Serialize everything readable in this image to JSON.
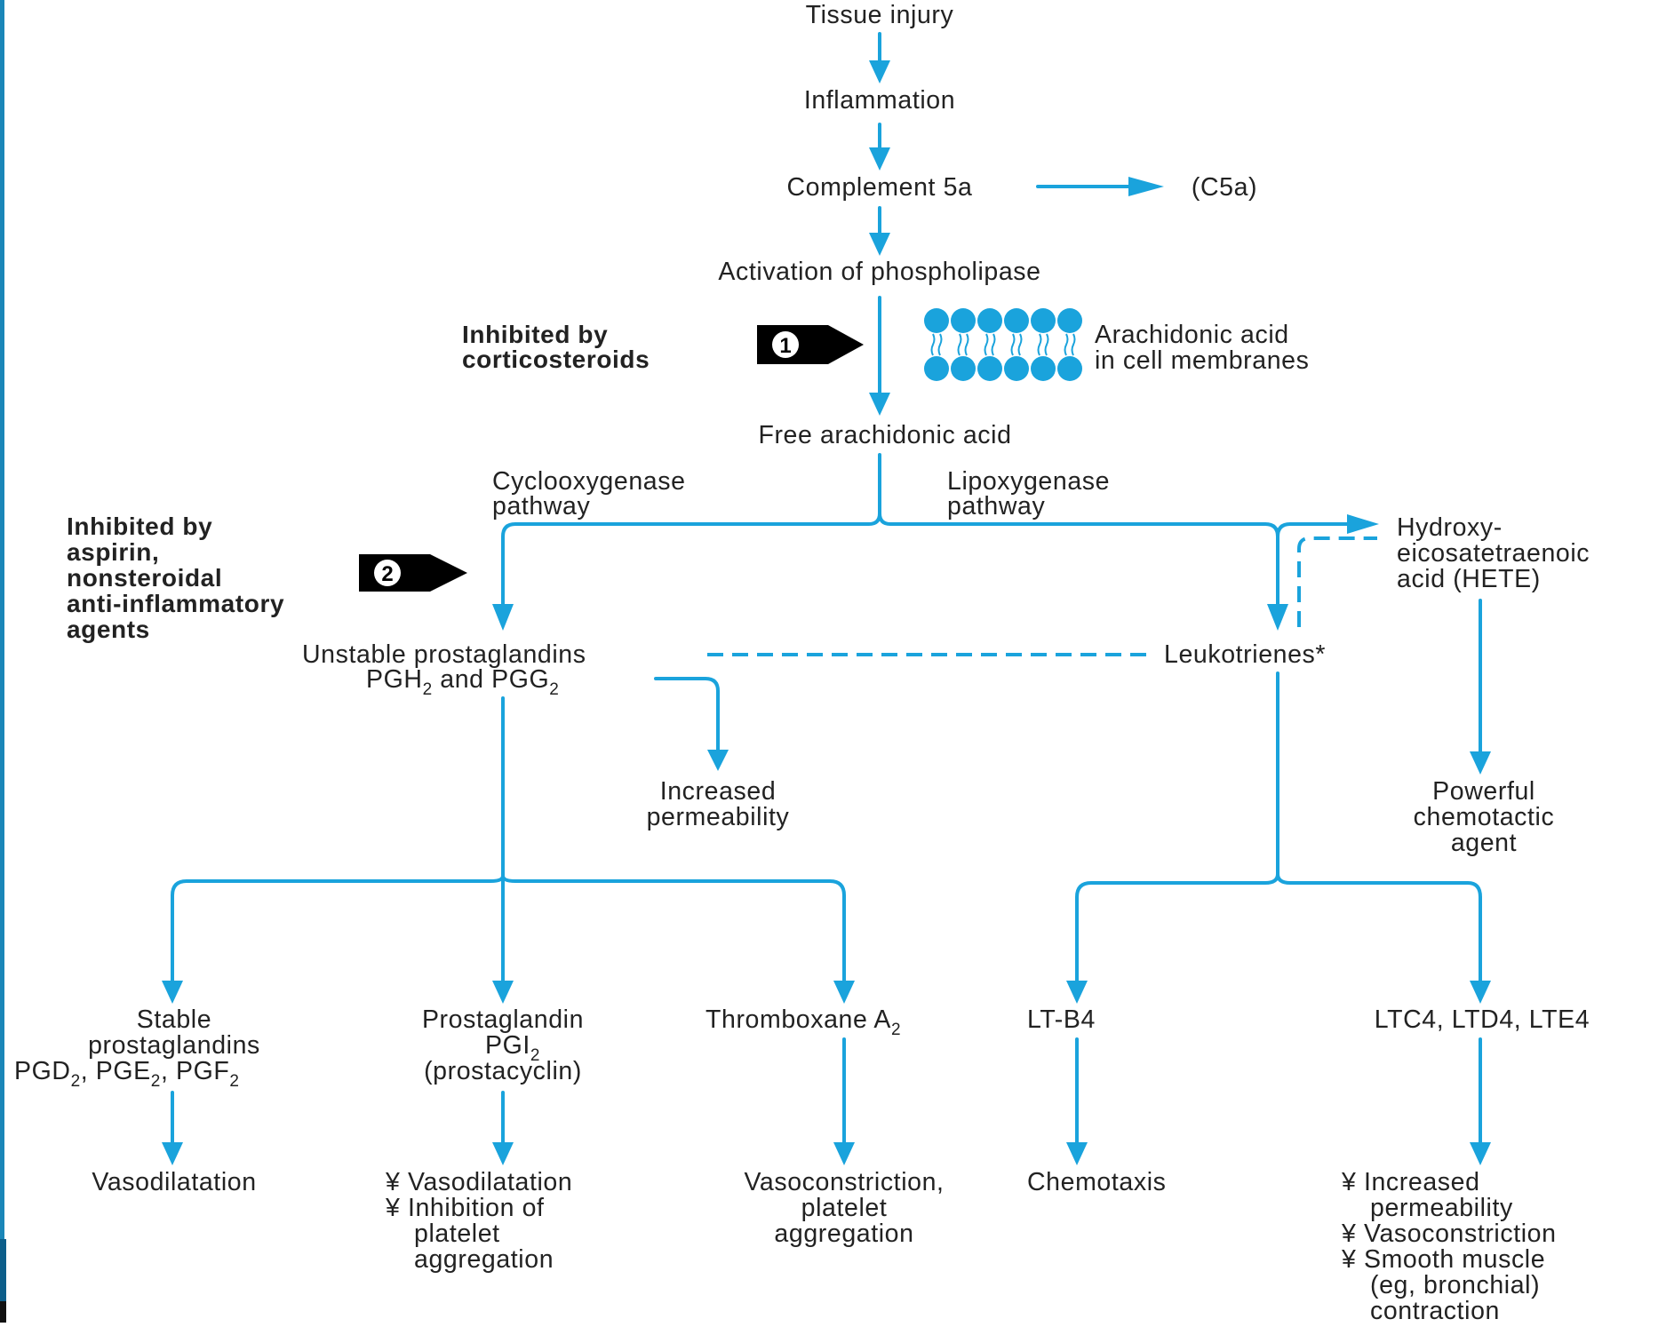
{
  "colors": {
    "arrow": "#1aa3dc",
    "text": "#222222",
    "badge": "#000000",
    "lipid": "#1aa3dc"
  },
  "nodes": {
    "tissue_injury": "Tissue injury",
    "inflammation": "Inflammation",
    "complement": "Complement 5a",
    "c5a": "(C5a)",
    "phospholipase": "Activation of phospholipase",
    "membrane_line1": "Arachidonic acid",
    "membrane_line2": "in cell membranes",
    "free_aa": "Free arachidonic acid",
    "cox_line1": "Cyclooxygenase",
    "cox_line2": "pathway",
    "lox_line1": "Lipoxygenase",
    "lox_line2": "pathway",
    "hete_line1": "Hydroxy-",
    "hete_line2": "eicosatetraenoic",
    "hete_line3": "acid (HETE)",
    "unstable_line1": "Unstable prostaglandins",
    "unstable_line2_a": "PGH",
    "unstable_line2_b": " and PGG",
    "sub2": "2",
    "leukotrienes": "Leukotrienes*",
    "permeability_line1": "Increased",
    "permeability_line2": "permeability",
    "chemotactic_line1": "Powerful",
    "chemotactic_line2": "chemotactic",
    "chemotactic_line3": "agent",
    "stable_line1": "Stable",
    "stable_line2": "prostaglandins",
    "stable_line3_a": "PGD",
    "stable_line3_b": ", PGE",
    "stable_line3_c": ", PGF",
    "pgi_line1": "Prostaglandin",
    "pgi_line2": "PGI",
    "pgi_line3": "(prostacyclin)",
    "thromboxane": "Thromboxane A",
    "ltb4": "LT-B4",
    "ltc4": "LTC4, LTD4, LTE4"
  },
  "inhibitors": {
    "cortico_line1": "Inhibited by",
    "cortico_line2": "corticosteroids",
    "cortico_badge": "1",
    "nsaid_line1": "Inhibited by",
    "nsaid_line2": "aspirin,",
    "nsaid_line3": "nonsteroidal",
    "nsaid_line4": "anti-inflammatory",
    "nsaid_line5": "agents",
    "nsaid_badge": "2"
  },
  "outcomes": {
    "vasodilatation": "Vasodilatation",
    "pgi_out1": "¥ Vasodilatation",
    "pgi_out2": "¥ Inhibition of",
    "pgi_out3": "platelet",
    "pgi_out4": "aggregation",
    "txa_out1": "Vasoconstriction,",
    "txa_out2": "platelet",
    "txa_out3": "aggregation",
    "chemotaxis": "Chemotaxis",
    "lt_out1": "¥ Increased",
    "lt_out2": "permeability",
    "lt_out3": "¥ Vasoconstriction",
    "lt_out4": "¥ Smooth muscle",
    "lt_out5": "(eg, bronchial)",
    "lt_out6": "contraction"
  }
}
